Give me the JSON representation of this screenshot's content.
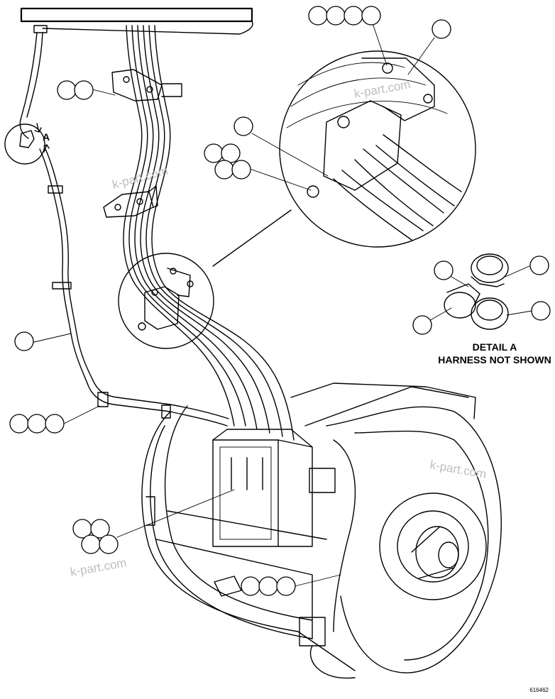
{
  "diagram": {
    "detail_label_line1": "DETAIL A",
    "detail_label_line2": "HARNESS NOT SHOWN",
    "view_callout": "A",
    "figure_number": "616462",
    "watermark": "k-part.com"
  },
  "colors": {
    "line": "#000000",
    "background": "#ffffff",
    "watermark": "#bdbdbd"
  }
}
